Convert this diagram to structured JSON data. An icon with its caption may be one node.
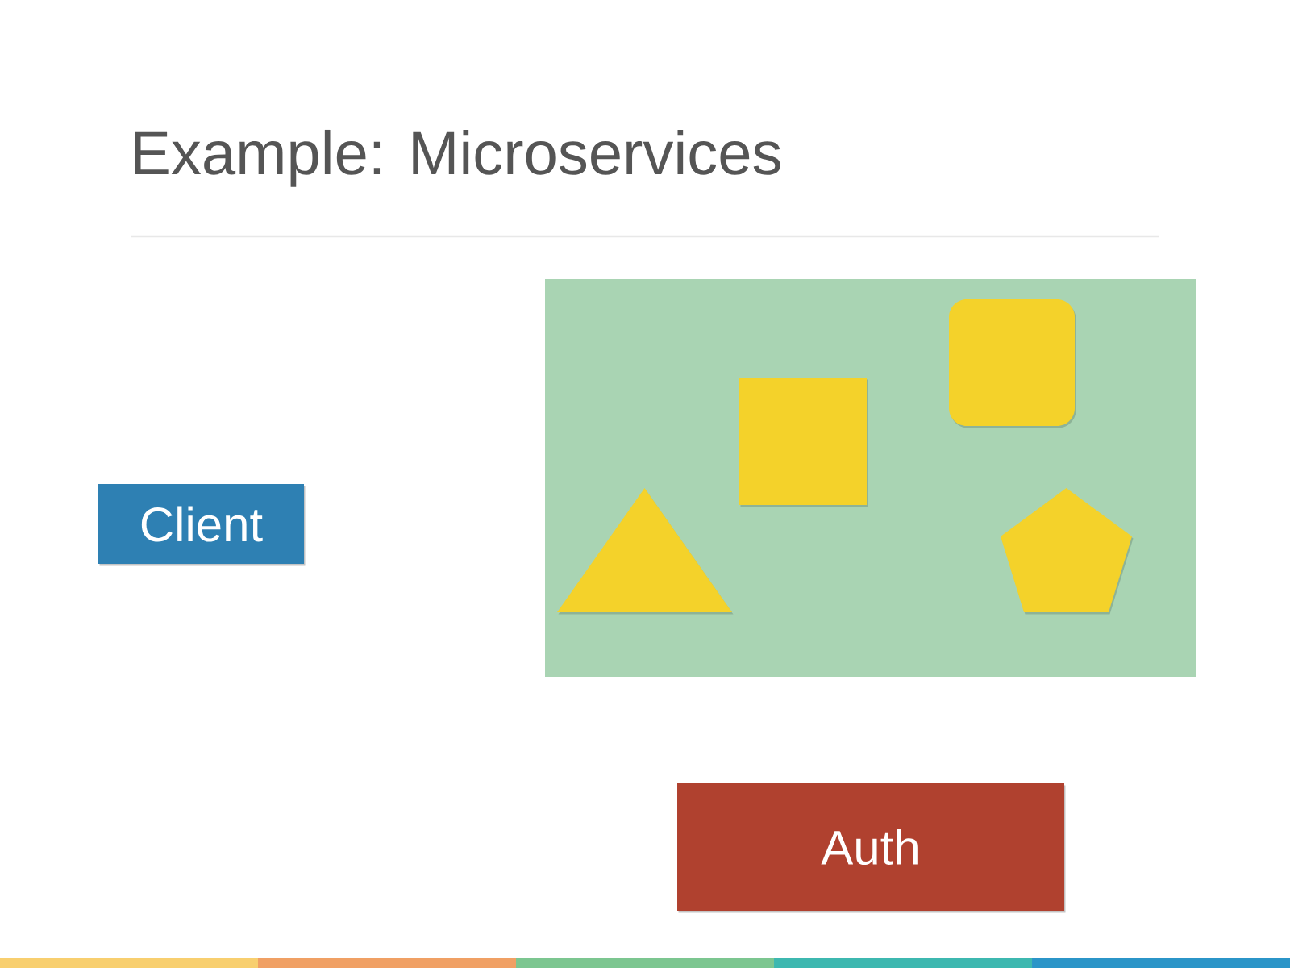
{
  "diagram": {
    "title": "Example: Microservices",
    "nodes": [
      {
        "text": [
          "Client"
        ]
      },
      {
        "text": [],
        "shape": "box"
      },
      {
        "text": [],
        "shape": "square",
        "in": 1
      },
      {
        "text": [],
        "shape": "square",
        "in": 1
      },
      {
        "text": [],
        "shape": "triangle",
        "in": 1
      },
      {
        "text": [],
        "shape": "pentagon",
        "in": 1
      },
      {
        "text": [
          "Auth"
        ]
      }
    ]
  }
}
